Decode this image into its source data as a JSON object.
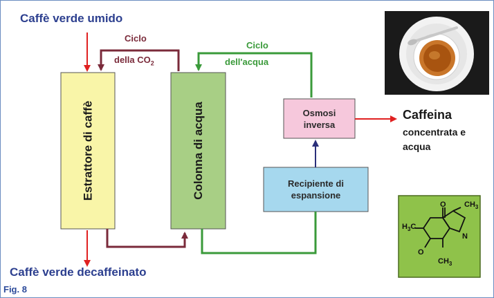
{
  "title_top": "Caffè verde umido",
  "title_bottom": "Caffè verde decaffeinato",
  "co2_cycle": {
    "line1": "Ciclo",
    "line2_prefix": "della CO",
    "line2_sub": "2"
  },
  "water_cycle": {
    "line1": "Ciclo",
    "line2": "dell'acqua"
  },
  "extractor_label": "Estrattore di caffè",
  "column_label": "Colonna di acqua",
  "osmosis_label": [
    "Osmosi",
    "inversa"
  ],
  "recipient_label": [
    "Recipiente di",
    "espansione"
  ],
  "output": {
    "line1": "Caffeina",
    "line2": "concentrata e",
    "line3": "acqua"
  },
  "figure_label": "Fig. 8",
  "molecule_labels": {
    "ch3": "CH",
    "sub3": "3",
    "h3c": "H",
    "sub_h3c": "3",
    "c_letter": "C",
    "n": "N",
    "o": "O"
  },
  "colors": {
    "extractor_fill": "#f9f5a8",
    "column_fill": "#a8cf85",
    "osmosis_fill": "#f6c8dc",
    "recipient_fill": "#a6d8ee",
    "co2_line": "#7a2a3a",
    "water_line": "#3a9a3a",
    "arrow_red": "#e02020",
    "arrow_navy": "#2a2f7a",
    "molecule_bg": "#8fc24a",
    "title_blue": "#2c3f8f"
  }
}
